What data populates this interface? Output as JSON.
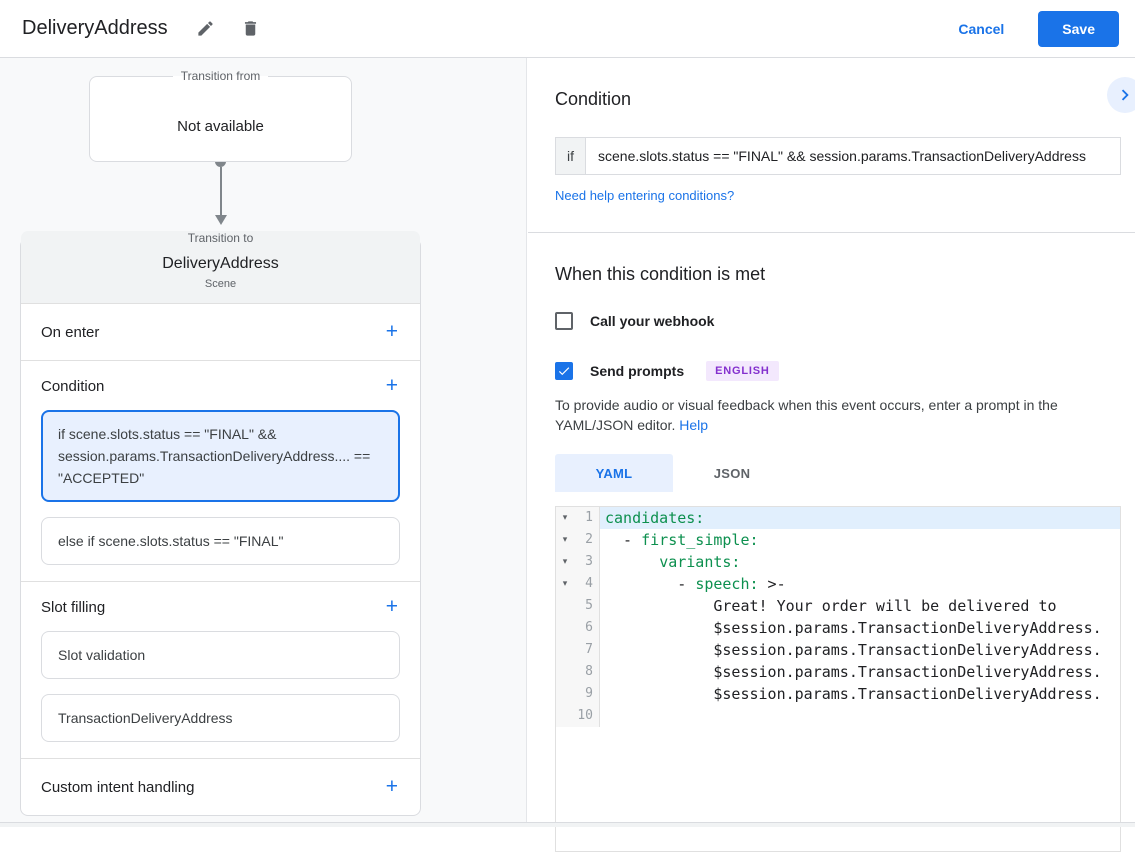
{
  "header": {
    "title": "DeliveryAddress",
    "cancel_label": "Cancel",
    "save_label": "Save"
  },
  "icons": {
    "add": "+",
    "fold_open": "▾"
  },
  "canvas": {
    "transition_from": {
      "label": "Transition from",
      "value": "Not available"
    },
    "transition_to": {
      "label": "Transition to",
      "scene_name": "DeliveryAddress",
      "scene_type": "Scene"
    },
    "on_enter": {
      "title": "On enter"
    },
    "condition": {
      "title": "Condition",
      "selected_item": "if scene.slots.status == \"FINAL\" && session.params.TransactionDeliveryAddress.... == \"ACCEPTED\"",
      "second_item": "else if scene.slots.status == \"FINAL\""
    },
    "slot_filling": {
      "title": "Slot filling",
      "item1": "Slot validation",
      "item2": "TransactionDeliveryAddress"
    },
    "custom_intent": {
      "title": "Custom intent handling"
    }
  },
  "panel": {
    "condition_title": "Condition",
    "if_label": "if",
    "expression": "scene.slots.status == \"FINAL\" && session.params.TransactionDeliveryAddress",
    "help_link": "Need help entering conditions?",
    "met_title": "When this condition is met",
    "webhook_label": "Call your webhook",
    "prompts_label": "Send prompts",
    "language_badge": "ENGLISH",
    "description": "To provide audio or visual feedback when this event occurs, enter a prompt in the YAML/JSON editor.",
    "help_label": "Help",
    "tab_yaml": "YAML",
    "tab_json": "JSON"
  },
  "editor": {
    "lines": [
      {
        "n": "1",
        "fold": "▾",
        "a": "",
        "k": "candidates:",
        "b": ""
      },
      {
        "n": "2",
        "fold": "▾",
        "a": "  - ",
        "k": "first_simple:",
        "b": ""
      },
      {
        "n": "3",
        "fold": "▾",
        "a": "      ",
        "k": "variants:",
        "b": ""
      },
      {
        "n": "4",
        "fold": "▾",
        "a": "        - ",
        "k": "speech:",
        "b": " >-"
      },
      {
        "n": "5",
        "fold": "",
        "a": "            Great! Your order will be delivered to",
        "k": "",
        "b": ""
      },
      {
        "n": "6",
        "fold": "",
        "a": "            $session.params.TransactionDeliveryAddress.",
        "k": "",
        "b": ""
      },
      {
        "n": "7",
        "fold": "",
        "a": "            $session.params.TransactionDeliveryAddress.",
        "k": "",
        "b": ""
      },
      {
        "n": "8",
        "fold": "",
        "a": "            $session.params.TransactionDeliveryAddress.",
        "k": "",
        "b": ""
      },
      {
        "n": "9",
        "fold": "",
        "a": "            $session.params.TransactionDeliveryAddress.",
        "k": "",
        "b": ""
      },
      {
        "n": "10",
        "fold": "",
        "a": "",
        "k": "",
        "b": ""
      }
    ]
  },
  "colors": {
    "accent": "#1a73e8",
    "selection_bg": "#e8f0fe",
    "badge_bg": "#f3e8fd",
    "badge_text": "#8430ce",
    "yaml_key": "#0d904f",
    "canvas_bg": "#f8f9fa"
  }
}
